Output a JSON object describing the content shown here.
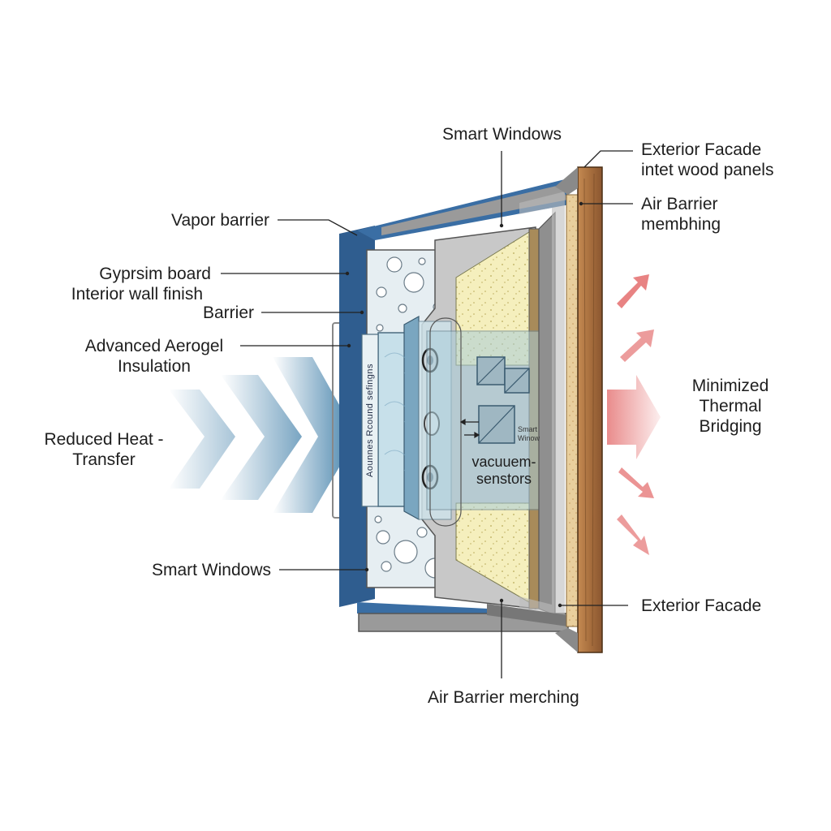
{
  "labels": {
    "smart_windows_top": "Smart Windows",
    "exterior_facade_top_1": "Exterior Facade",
    "exterior_facade_top_2": "intet wood panels",
    "air_barrier_top_1": "Air Barrier",
    "air_barrier_top_2": "membhing",
    "vapor_barrier": "Vapor barrier",
    "gypsum_1": "Gyprsim board",
    "gypsum_2": "Interior wall finish",
    "barrier": "Barrier",
    "aerogel_1": "Advanced Aerogel",
    "aerogel_2": "Insulation",
    "reduced_heat_1": "Reduced Heat -",
    "reduced_heat_2": "Transfer",
    "minimized_1": "Minimized",
    "minimized_2": "Thermal",
    "minimized_3": "Bridging",
    "smart_windows_bottom": "Smart Windows",
    "exterior_facade_bottom": "Exterior Facade",
    "air_barrier_bottom": "Air Barrier merching",
    "vacuum_1": "vacuuem-",
    "vacuum_2": "senstors",
    "smart_window_small_1": "Smart",
    "smart_window_small_2": "Winow",
    "panel_vertical_text": "Aounnes Rcound sefingns"
  },
  "colors": {
    "vapor_blue": "#2f5d8f",
    "cold_arrow": "#3f7ea8",
    "warm_arrow": "#e05a5a",
    "insulation_yellow": "#f5efbd",
    "wood": "#a86f3e",
    "glass": "#a9cdda",
    "frame_gray": "#9a9a9a"
  }
}
